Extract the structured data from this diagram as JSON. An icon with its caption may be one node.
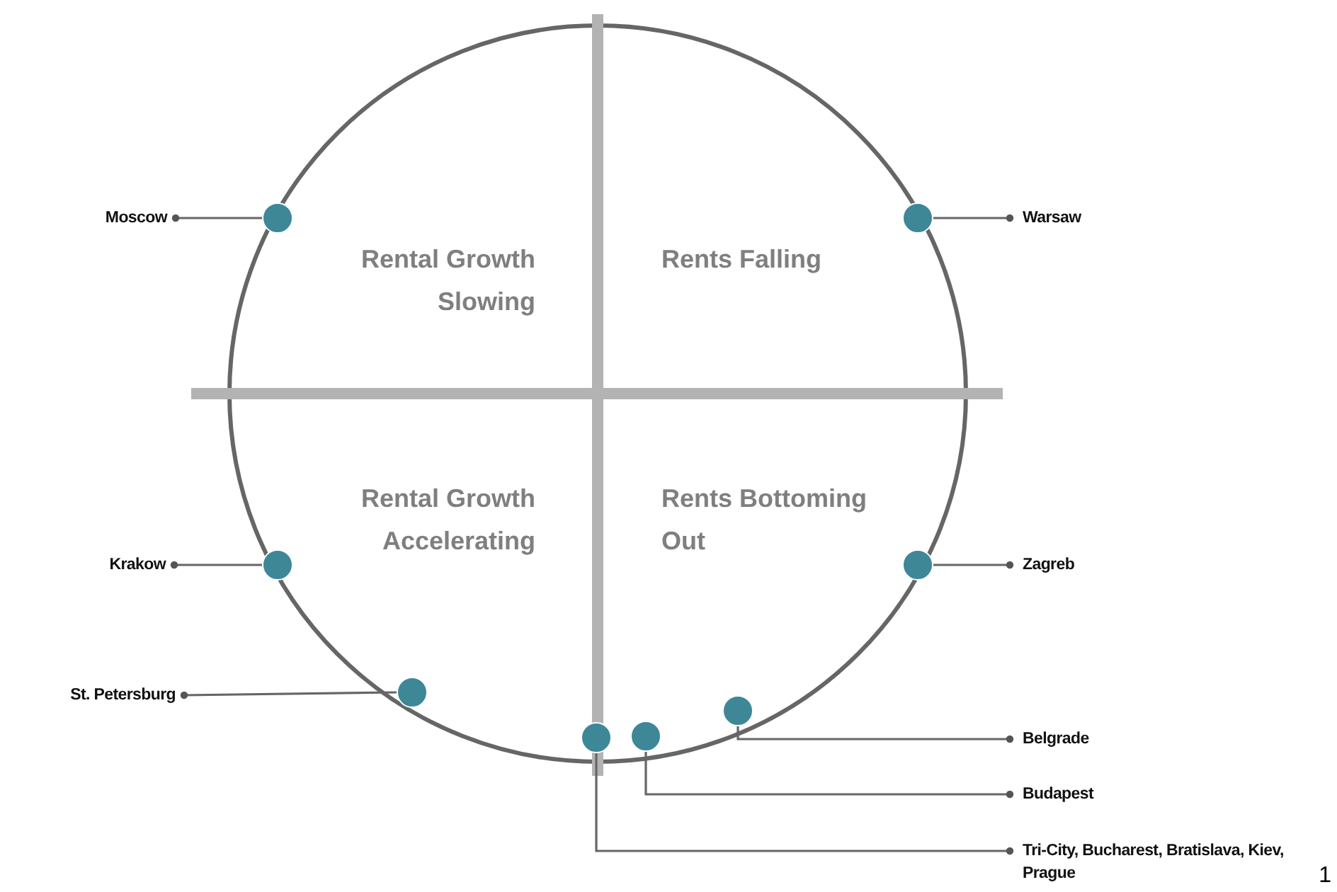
{
  "diagram": {
    "nodes": [
      {
        "text": [
          "Moscow"
        ]
      },
      {
        "text": [],
        "shape": "circle"
      },
      {
        "text": [],
        "shape": "circle"
      },
      {
        "text": [
          "Warsaw"
        ]
      },
      {
        "text": [
          "Rental Growth Slowing"
        ]
      },
      {
        "text": [
          "Rents Falling"
        ]
      },
      {
        "text": [
          "Rental Growth Accelerating"
        ]
      },
      {
        "text": [
          "Rents Bottoming Out"
        ]
      },
      {
        "text": [
          "Krakow"
        ]
      },
      {
        "text": [],
        "shape": "circle"
      },
      {
        "text": [],
        "shape": "circle"
      },
      {
        "text": [
          "Zagreb"
        ]
      },
      {
        "text": [
          "St. Petersburg"
        ]
      },
      {
        "text": [],
        "shape": "circle"
      },
      {
        "text": [],
        "shape": "circle"
      },
      {
        "text": [],
        "shape": "circle"
      },
      {
        "text": [],
        "shape": "circle"
      },
      {
        "text": [
          "Belgrade"
        ]
      },
      {
        "text": [
          "Budapest"
        ]
      },
      {
        "text": [
          "Tri-City, Bucharest, Bratislava, Kiev, Prague"
        ]
      }
    ],
    "edges": [
      {
        "from": 0,
        "to": 1,
        "arrow": "other"
      },
      {
        "from": 3,
        "to": 2,
        "arrow": "other"
      },
      {
        "from": 8,
        "to": 9,
        "arrow": "other"
      },
      {
        "from": 11,
        "to": 10,
        "arrow": "other"
      },
      {
        "from": 12,
        "to": 13,
        "arrow": "other"
      },
      {
        "from": 17,
        "to": 16,
        "arrow": "other"
      },
      {
        "from": 18,
        "to": 15,
        "arrow": "other"
      },
      {
        "from": 19,
        "to": 14,
        "arrow": "other"
      }
    ],
    "labels": [
      "1"
    ]
  }
}
